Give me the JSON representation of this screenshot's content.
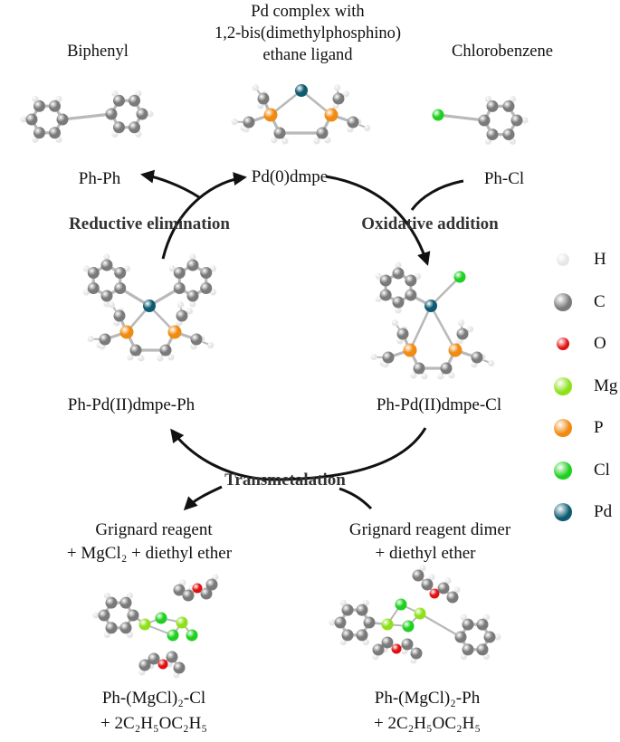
{
  "headers": {
    "biphenyl": "Biphenyl",
    "pd_complex": [
      "Pd complex with",
      "1,2-bis(dimethylphosphino)",
      "ethane ligand"
    ],
    "chlorobenzene": "Chlorobenzene"
  },
  "species": {
    "ph_ph": "Ph-Ph",
    "pd0": "Pd(0)dmpe",
    "ph_cl": "Ph-Cl",
    "ph_pd_ph": "Ph-Pd(II)dmpe-Ph",
    "ph_pd_cl": "Ph-Pd(II)dmpe-Cl"
  },
  "steps": {
    "reductive": "Reductive elimination",
    "oxidative": "Oxidative addition",
    "transmetalation": "Transmetalation"
  },
  "grignard": {
    "left_title": "Grignard reagent",
    "left_sub": "+ MgCl₂ + diethyl ether",
    "right_title": "Grignard reagent dimer",
    "right_sub": "+ diethyl ether",
    "left_formula": "Ph-(MgCl)₂-Cl",
    "left_ether": "+ 2C₂H₅OC₂H₅",
    "right_formula": "Ph-(MgCl)₂-Ph",
    "right_ether": "+ 2C₂H₅OC₂H₅"
  },
  "legend": [
    {
      "label": "H",
      "color": "#e6e6e6"
    },
    {
      "label": "C",
      "color": "#7a7a7a"
    },
    {
      "label": "O",
      "color": "#e01010"
    },
    {
      "label": "Mg",
      "color": "#8ee01a"
    },
    {
      "label": "P",
      "color": "#f08a10"
    },
    {
      "label": "Cl",
      "color": "#20d020"
    },
    {
      "label": "Pd",
      "color": "#0e5a70"
    }
  ],
  "atom_colors": {
    "H": "#e6e6e6",
    "C": "#7a7a7a",
    "O": "#e01010",
    "Mg": "#8ee01a",
    "P": "#f08a10",
    "Cl": "#20d020",
    "Pd": "#0e5a70",
    "bond": "#b9b9b9"
  }
}
